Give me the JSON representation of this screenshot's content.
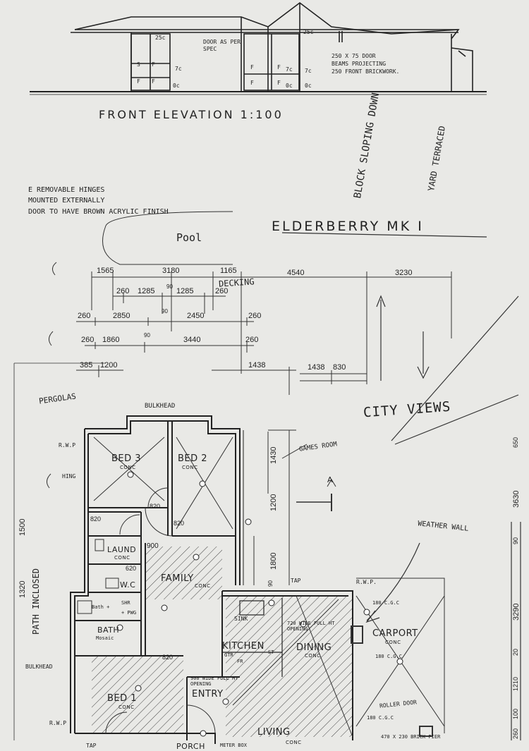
{
  "elevation": {
    "title": "FRONT ELEVATION 1:100",
    "marks": {
      "c25a": "25c",
      "c25b": "25c",
      "c7a": "7c",
      "c7b": "7c",
      "c7c": "7c",
      "c0a": "0c",
      "c0b": "0c",
      "c0c": "0c",
      "s": "S",
      "fa": "F",
      "fb": "F",
      "fc": "F",
      "fd": "F",
      "fe": "F",
      "ff": "F",
      "fg": "F"
    },
    "door_note": "DOOR AS PER SPEC",
    "beam_note_1": "250 X 75 DOOR",
    "beam_note_2": "BEAMS PROJECTING",
    "beam_note_3": "250 FRONT BRICKWORK."
  },
  "notes": {
    "n1": "E REMOVABLE HINGES",
    "n2": "MOUNTED EXTERNALLY",
    "n3": "DOOR TO HAVE BROWN ACRYLIC FINISH",
    "pool": "Pool",
    "decking": "DECKING",
    "block": "BLOCK SLOPING DOWN",
    "yard": "YARD TERRACED",
    "city": "CITY VIEWS",
    "pergolas": "PERGOLAS",
    "weather": "WEATHER WALL",
    "side": "PATH INCLOSED"
  },
  "plan_title": "ELDERBERRY MK I",
  "dims": {
    "d1565": "1565",
    "d3180": "3180",
    "d1165": "1165",
    "d4540": "4540",
    "d3230": "3230",
    "d260a": "260",
    "d1285a": "1285",
    "d90a": "90",
    "d1285b": "1285",
    "d260b": "260",
    "d260c": "260",
    "d2850": "2850",
    "d90b": "90",
    "d2450": "2450",
    "d260d": "260",
    "d260e": "260",
    "d1860": "1860",
    "d90c": "90",
    "d3440": "3440",
    "d260f": "260",
    "d385": "385",
    "d1200": "1200",
    "d1438a": "1438",
    "d1438b": "1438",
    "d830": "830",
    "v1430": "1430",
    "v1200": "1200",
    "v1800": "1800",
    "v90": "90",
    "v1500": "1500",
    "v1320": "1320",
    "r3630": "3630",
    "r3290": "3290",
    "r650": "650",
    "r20": "20",
    "r1210": "1210",
    "r260": "260",
    "r100": "100",
    "r90": "90",
    "d820a": "820",
    "d820b": "820",
    "d820c": "820",
    "d820d": "820",
    "d900": "900",
    "d620": "620"
  },
  "rooms": {
    "bed3": "BED 3",
    "bed2": "BED 2",
    "laund": "LAUND",
    "wc": "W.C",
    "bath": "BATH",
    "family": "FAMILY",
    "kitchen": "KITCHEN",
    "dining": "DINING",
    "carport": "CARPORT",
    "bed1": "BED 1",
    "entry": "ENTRY",
    "living": "LIVING",
    "porch": "PORCH",
    "games": "GAMES ROOM"
  },
  "labels": {
    "conc": "CONC",
    "bulkhead_top": "BULKHEAD",
    "bulkhead_left": "BULKHEAD",
    "rwp1": "R.W.P",
    "rwp2": "R.W.P.",
    "rwp3": "R.W.P",
    "tap1": "TAP",
    "tap2": "TAP",
    "sink": "SINK",
    "st": "ST",
    "fr": "FR",
    "gtr": "GTR",
    "opening1": "720 WIDE FULL HT OPENING",
    "opening2": "900 WIDE FULL HT OPENING",
    "meter": "METER BOX",
    "cgc1": "180 C.G.C",
    "cgc2": "180 C.G.C",
    "cgc3": "180 C.G.C",
    "roller": "ROLLER DOOR",
    "pier": "470 X 230 BRICK PIER",
    "arrow": "A",
    "hing": "HING",
    "shr": "SHR",
    "bath_f": "Bath +",
    "pwg": "+ PWG",
    "mosaic": "Mosaic"
  }
}
